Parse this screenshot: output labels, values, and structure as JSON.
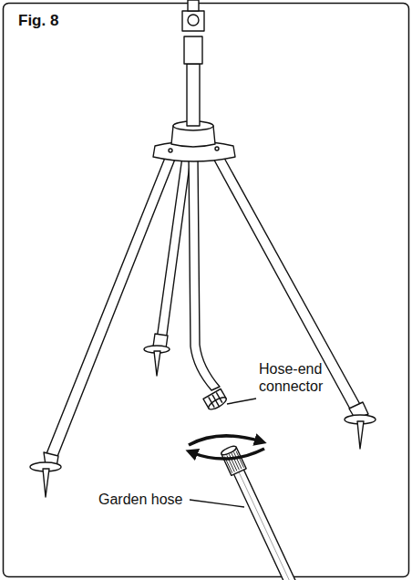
{
  "diagram": {
    "title": "Fig. 8",
    "labels": [
      "Hose-end connector",
      "Garden hose"
    ]
  }
}
